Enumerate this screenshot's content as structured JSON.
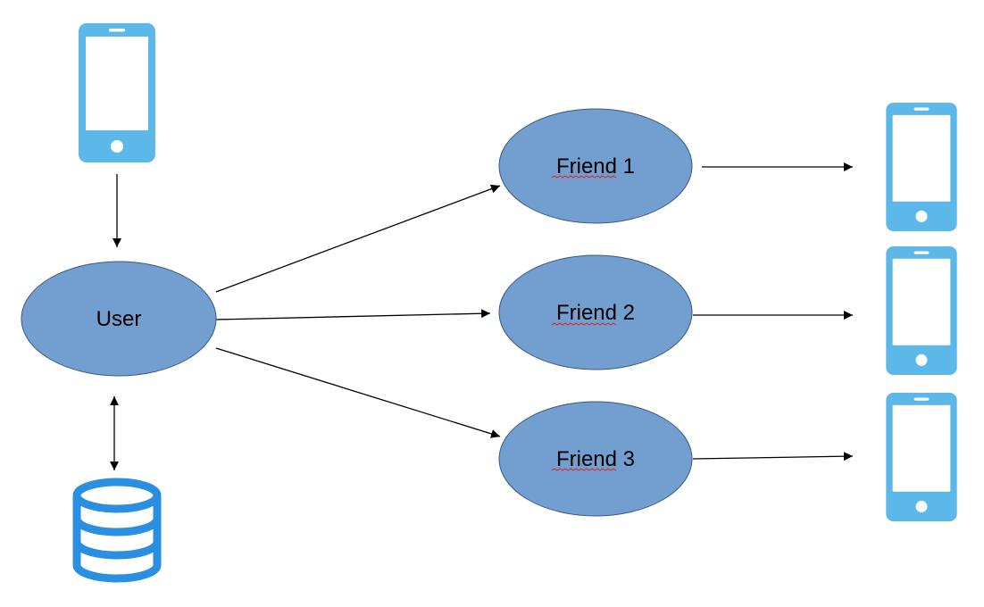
{
  "colors": {
    "node_fill": "#729fcf",
    "node_stroke": "#3a5a80",
    "icon_blue": "#5cb8e8",
    "database_blue": "#2a8fe0",
    "edge": "#000000",
    "spellcheck": "#e02020"
  },
  "nodes": {
    "user": {
      "label": "User"
    },
    "friend1": {
      "label": "Friend 1"
    },
    "friend2": {
      "label": "Friend 2"
    },
    "friend3": {
      "label": "Friend 3"
    }
  },
  "icons": {
    "source_device": "smartphone-icon",
    "storage": "database-icon",
    "friend_devices": [
      "smartphone-icon",
      "smartphone-icon",
      "smartphone-icon"
    ]
  },
  "edges": [
    {
      "from": "source_device",
      "to": "user",
      "direction": "forward"
    },
    {
      "from": "user",
      "to": "storage",
      "direction": "both"
    },
    {
      "from": "user",
      "to": "friend1",
      "direction": "forward"
    },
    {
      "from": "user",
      "to": "friend2",
      "direction": "forward"
    },
    {
      "from": "user",
      "to": "friend3",
      "direction": "forward"
    },
    {
      "from": "friend1",
      "to": "friend_device_1",
      "direction": "forward"
    },
    {
      "from": "friend2",
      "to": "friend_device_2",
      "direction": "forward"
    },
    {
      "from": "friend3",
      "to": "friend_device_3",
      "direction": "forward"
    }
  ]
}
